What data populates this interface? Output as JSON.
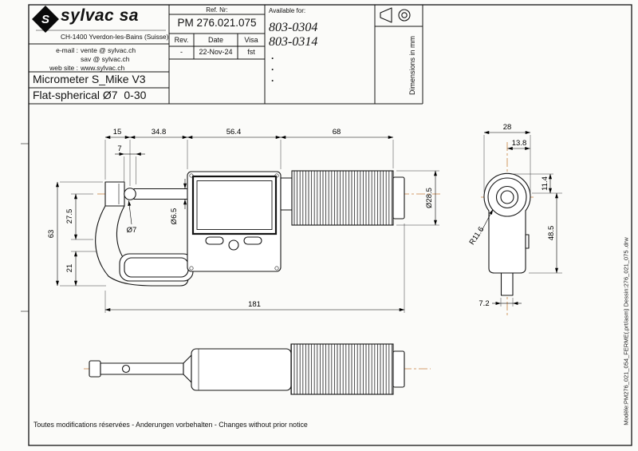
{
  "title_block": {
    "logo": {
      "mark": "S",
      "text": "sylvac sa"
    },
    "address": "CH-1400 Yverdon-les-Bains (Suisse)",
    "contact": {
      "email_label": "e-mail :",
      "email_value1": "vente @ sylvac.ch",
      "email_value2": "sav @ sylvac.ch",
      "web_label": "web site :",
      "web_value": "www.sylvac.ch"
    },
    "product": {
      "line1": "Micrometer S_Mike V3",
      "line2": "Flat-spherical Ø7  0-30"
    },
    "ref": {
      "label": "Ref. Nr:",
      "number": "PM 276.021.075"
    },
    "revision_table": {
      "headers": [
        "Rev.",
        "Date",
        "Visa"
      ],
      "rows": [
        [
          "-",
          "22-Nov-24",
          "fst"
        ]
      ]
    },
    "available": {
      "label": "Available for:",
      "items": [
        "803-0304",
        "803-0314"
      ],
      "bullets": [
        ".",
        ".",
        "."
      ]
    },
    "units_note": "Dimensions in mm"
  },
  "drawing": {
    "colors": {
      "centerline": "#c8803c"
    },
    "dims": {
      "d15": "15",
      "d7": "7",
      "d34_8": "34.8",
      "d56_4": "56.4",
      "d68": "68",
      "d63": "63",
      "d27_5": "27.5",
      "d21": "21",
      "dia7": "Ø7",
      "dia6_5": "Ø6.5",
      "dia28_5": "Ø28.5",
      "d181": "181",
      "d28": "28",
      "d13_8": "13.8",
      "d11_4": "11.4",
      "d48_5": "48.5",
      "r11_6": "R11.6",
      "d7_2": "7.2"
    }
  },
  "footer": {
    "notice": "Toutes modifications réservées - Anderungen vorbehalten - Changes without prior notice",
    "side_note": "Modèle:PM276_021_054_FERME(.prt/asm)  Dessin:276_021_075 .drw"
  }
}
